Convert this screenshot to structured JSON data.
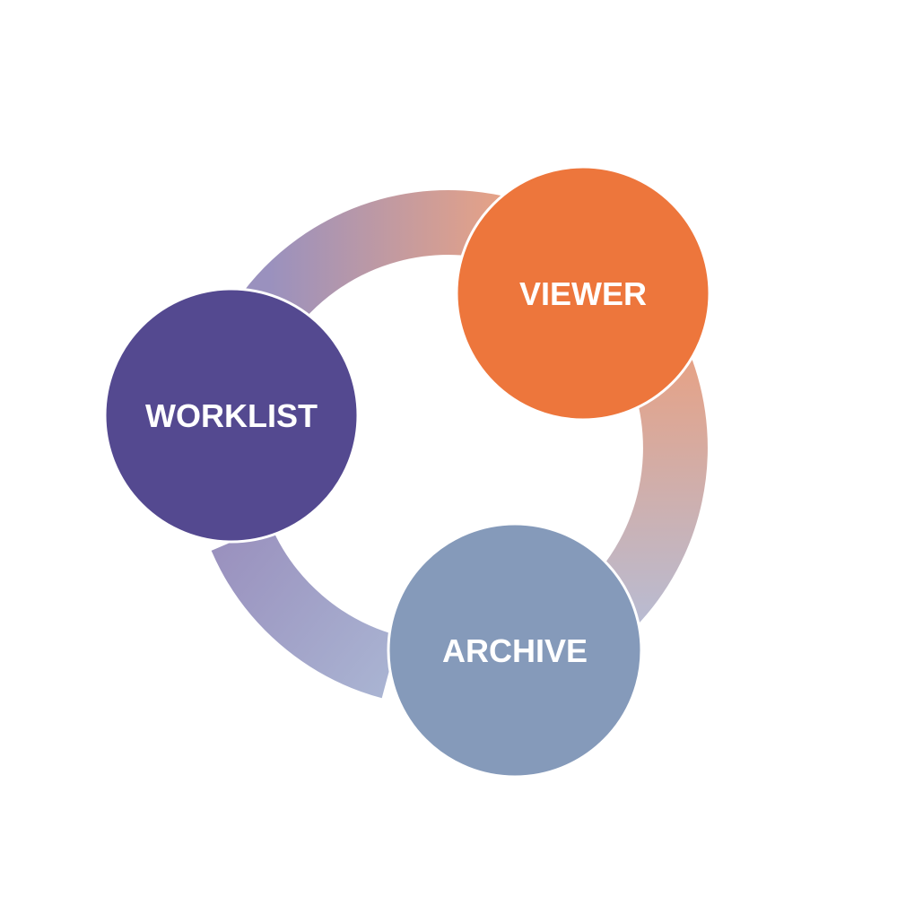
{
  "diagram": {
    "type": "cycle",
    "nodes": [
      {
        "id": "worklist",
        "label": "WORKLIST",
        "color": "#544990"
      },
      {
        "id": "viewer",
        "label": "VIEWER",
        "color": "#ED763C"
      },
      {
        "id": "archive",
        "label": "ARCHIVE",
        "color": "#859ABA"
      }
    ],
    "ring_colors": {
      "purple": "#9A91BE",
      "peach": "#E6A286",
      "blue_gray": "#AAB5D3"
    }
  }
}
